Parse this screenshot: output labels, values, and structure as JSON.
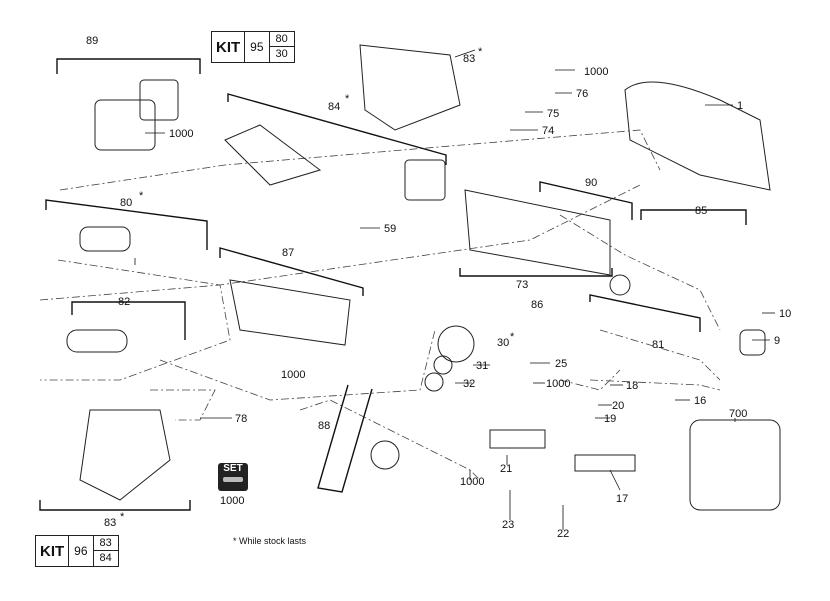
{
  "kits": [
    {
      "keyword": "KIT",
      "number": "95",
      "subparts": [
        "80",
        "30"
      ]
    },
    {
      "keyword": "KIT",
      "number": "96",
      "subparts": [
        "83",
        "84"
      ]
    }
  ],
  "set": {
    "keyword": "SET",
    "number": "1000"
  },
  "footnote": "* While stock lasts",
  "asterisk": "*",
  "labels": [
    "89",
    "83",
    "1000",
    "76",
    "75",
    "74",
    "1",
    "84",
    "80",
    "1000",
    "59",
    "90",
    "85",
    "87",
    "82",
    "10",
    "73",
    "86",
    "81",
    "9",
    "30",
    "25",
    "31",
    "32",
    "1000",
    "1000",
    "18",
    "16",
    "20",
    "19",
    "78",
    "88",
    "700",
    "21",
    "1000",
    "17",
    "23",
    "22",
    "83"
  ]
}
